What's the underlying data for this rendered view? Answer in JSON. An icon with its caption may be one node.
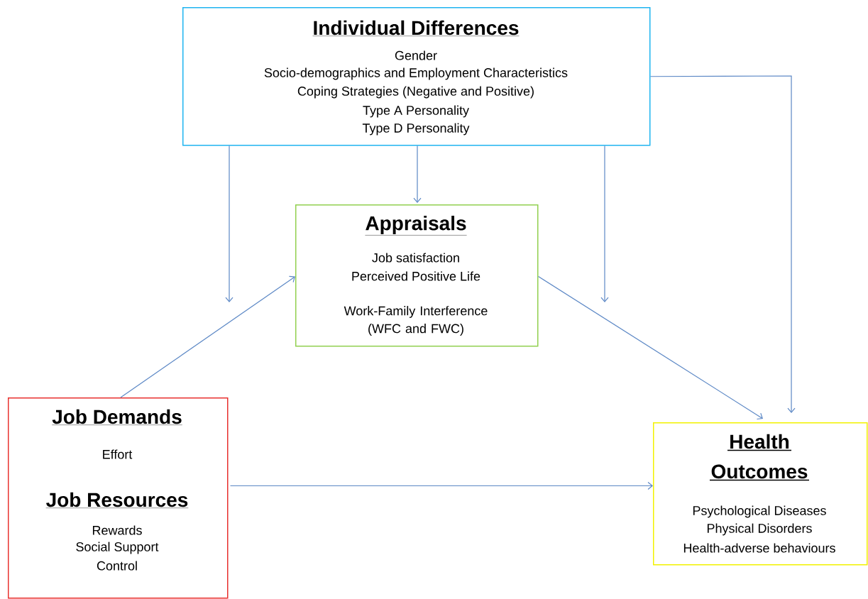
{
  "diagram": {
    "nodes": [
      {
        "text": [
          "Individual Differences",
          "Gender",
          "Socio-demographics and Employment Characteristics",
          "Coping Strategies (Negative and Positive)",
          "Type A Personality",
          "Type D Personality"
        ]
      },
      {
        "text": [
          "Appraisals",
          "Job satisfaction",
          "Perceived Positive Life",
          "Work-Family Interference (WFC and FWC)"
        ]
      },
      {
        "text": [
          "Job Demands",
          "Effort",
          "Job Resources",
          "Rewards",
          "Social Support",
          "Control"
        ]
      },
      {
        "text": [
          "Health Outcomes",
          "Psychological Diseases",
          "Physical Disorders",
          "Health-adverse behaviours"
        ]
      }
    ],
    "edges": [
      {
        "from": 0,
        "to": 1,
        "arrow": "to"
      },
      {
        "from": 0,
        "to": null,
        "arrow": "to"
      },
      {
        "from": 0,
        "to": null,
        "arrow": "to"
      },
      {
        "from": 0,
        "to": 3,
        "arrow": "to"
      },
      {
        "from": 2,
        "to": 1,
        "arrow": "to"
      },
      {
        "from": 1,
        "to": 3,
        "arrow": "to"
      },
      {
        "from": 2,
        "to": 3,
        "arrow": "to"
      }
    ]
  }
}
